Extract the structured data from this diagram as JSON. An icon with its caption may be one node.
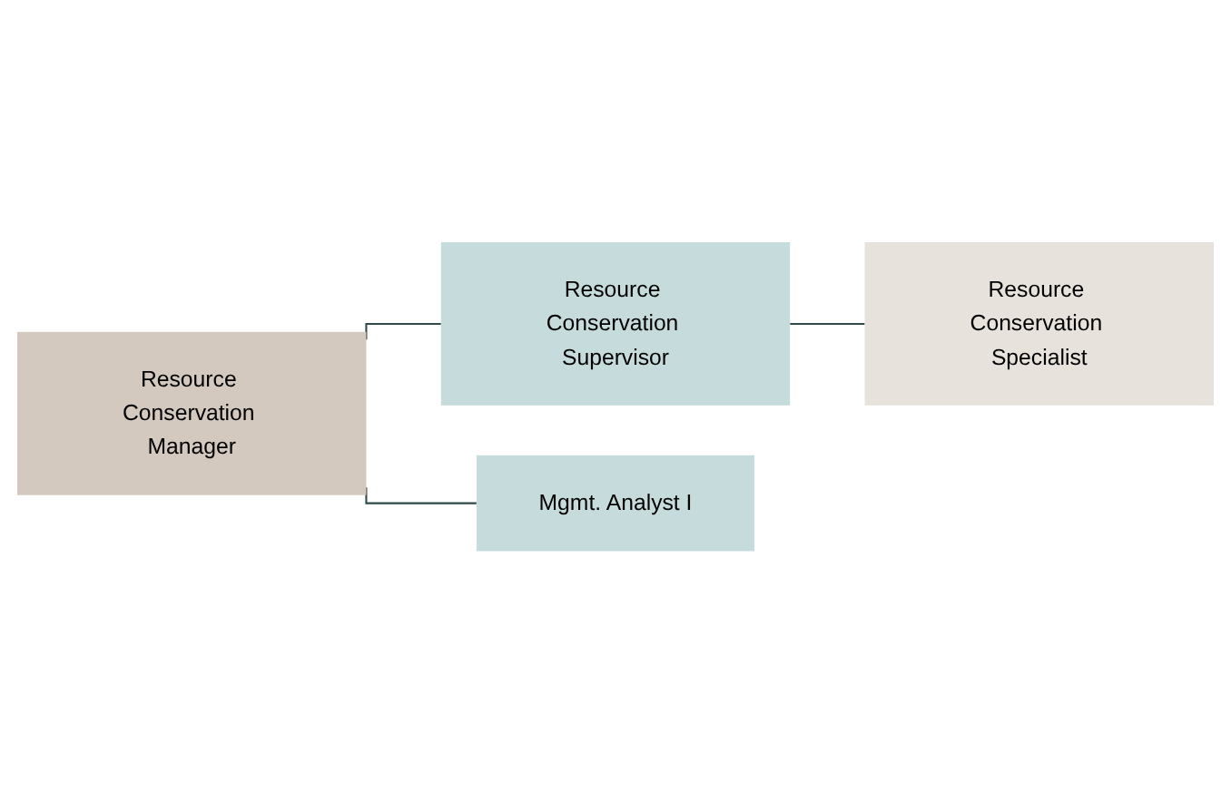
{
  "diagram": {
    "nodes": [
      {
        "text": [
          "Resource Conservation Manager"
        ]
      },
      {
        "text": [
          "Resource Conservation Supervisor"
        ]
      },
      {
        "text": [
          "Resource Conservation Specialist"
        ]
      },
      {
        "text": [
          "Mgmt. Analyst I"
        ]
      }
    ],
    "edges": [
      {
        "from": 0,
        "to": 1,
        "arrow": "none"
      },
      {
        "from": 1,
        "to": 2,
        "arrow": "none"
      },
      {
        "from": 0,
        "to": 3,
        "arrow": "none"
      }
    ]
  }
}
